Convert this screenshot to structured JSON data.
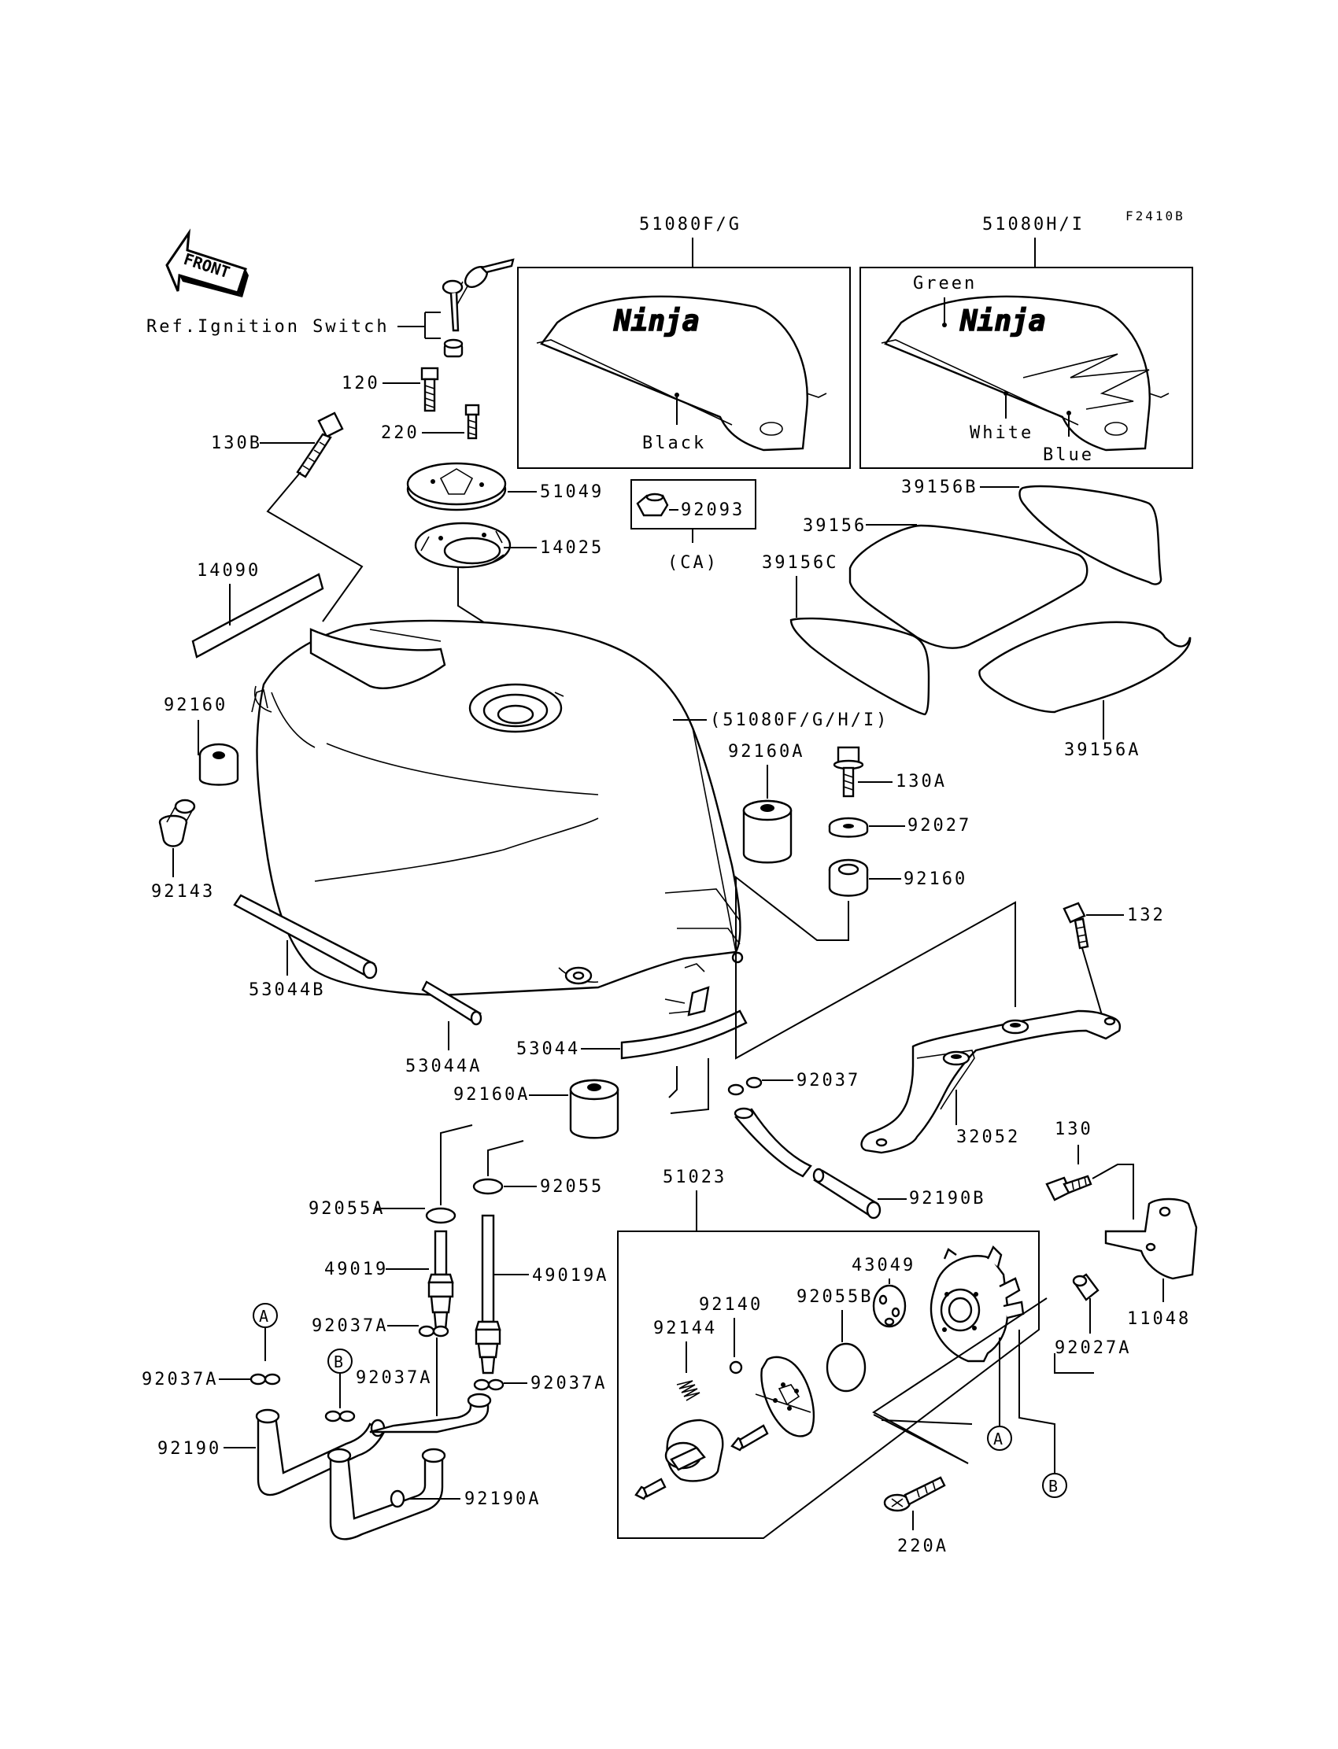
{
  "diagram": {
    "code": "F2410B",
    "front_label": "FRONT",
    "ignition_ref": "Ref.Ignition Switch",
    "parts": {
      "p51080FG": "51080F/G",
      "p51080HI": "51080H/I",
      "p120": "120",
      "p220": "220",
      "p130B": "130B",
      "p51049": "51049",
      "p92093": "92093",
      "p92093_note": "(CA)",
      "p14025": "14025",
      "p14090": "14090",
      "p39156B": "39156B",
      "p39156": "39156",
      "p39156C": "39156C",
      "p39156A": "39156A",
      "p92160_left": "92160",
      "p51080_tank": "(51080F/G/H/I)",
      "p92160A_upper": "92160A",
      "p130A": "130A",
      "p92027": "92027",
      "p92160_right": "92160",
      "p132": "132",
      "p92143": "92143",
      "p53044B": "53044B",
      "p53044A": "53044A",
      "p53044": "53044",
      "p92037": "92037",
      "p92160A_lower": "92160A",
      "p32052": "32052",
      "p130": "130",
      "p92055": "92055",
      "p92055A": "92055A",
      "p51023": "51023",
      "p92190B": "92190B",
      "p49019": "49019",
      "p49019A": "49019A",
      "p43049": "43049",
      "p11048": "11048",
      "p92140": "92140",
      "p92055B": "92055B",
      "p92144": "92144",
      "p92027A": "92027A",
      "p92037A_1": "92037A",
      "p92037A_2": "92037A",
      "p92037A_3": "92037A",
      "p92037A_4": "92037A",
      "p92190": "92190",
      "p92190A": "92190A",
      "p220A": "220A"
    },
    "colors": {
      "black": "Black",
      "green": "Green",
      "white": "White",
      "blue": "Blue"
    },
    "callouts": {
      "a": "A",
      "b": "B"
    },
    "logo_text": "Ninja"
  }
}
